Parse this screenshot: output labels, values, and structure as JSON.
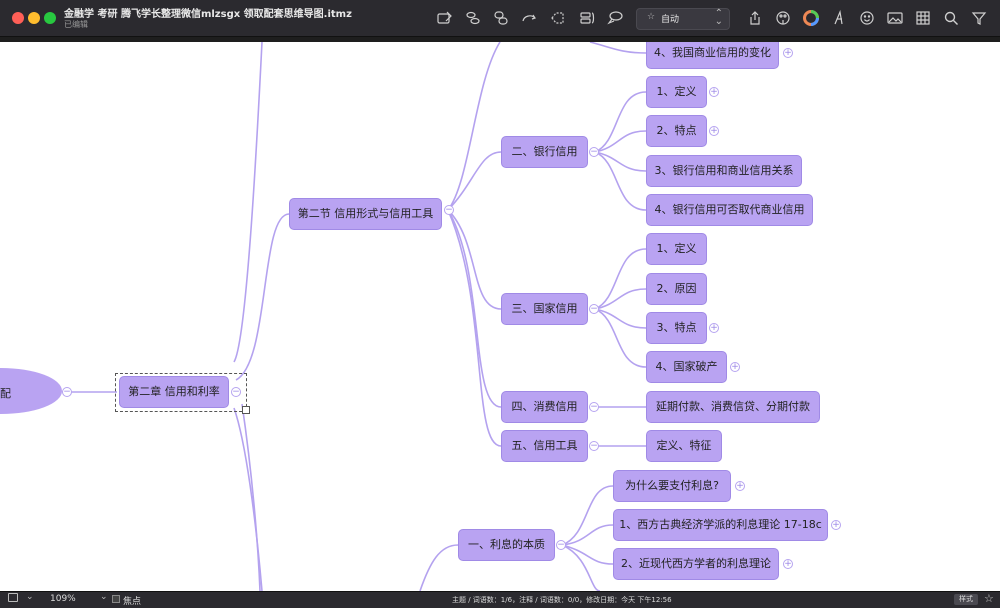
{
  "window": {
    "title": "金融学 考研 腾飞学长整理微信mlzsgx 领取配套思维导图.itmz",
    "subtitle": "已编辑"
  },
  "toolbar": {
    "layout_value": "自动",
    "icons": [
      "new-topic-icon",
      "subtopic-icon",
      "relation-icon",
      "undo-redo-icon",
      "boundary-icon",
      "summary-icon",
      "callout-icon",
      "share-icon",
      "theme-icon",
      "color-icon",
      "font-icon",
      "emoji-icon",
      "image-icon",
      "table-icon",
      "search-icon",
      "filter-icon"
    ]
  },
  "root": {
    "label": "配"
  },
  "chapter": {
    "label": "第二章 信用和利率"
  },
  "section2": {
    "label": "第二节 信用形式与信用工具"
  },
  "commercial_tail": {
    "label": "4、我国商业信用的变化"
  },
  "bank": {
    "label": "二、银行信用",
    "children": [
      "1、定义",
      "2、特点",
      "3、银行信用和商业信用关系",
      "4、银行信用可否取代商业信用"
    ]
  },
  "state": {
    "label": "三、国家信用",
    "children": [
      "1、定义",
      "2、原因",
      "3、特点",
      "4、国家破产"
    ]
  },
  "consumer": {
    "label": "四、消费信用",
    "children": [
      "延期付款、消费信贷、分期付款"
    ]
  },
  "tools": {
    "label": "五、信用工具",
    "children": [
      "定义、特征"
    ]
  },
  "interest": {
    "label": "一、利息的本质",
    "children": [
      "为什么要支付利息?",
      "1、西方古典经济学派的利息理论 17-18c",
      "2、近现代西方学者的利息理论"
    ]
  },
  "collapse_symbol": "−",
  "expand_symbol": "+",
  "status": {
    "zoom": "109%",
    "focus_label": "焦点",
    "info": "主题 / 词语数：1/6，注释 / 词语数：0/0，修改日期：今天 下午12:56",
    "style_button": "样式"
  }
}
